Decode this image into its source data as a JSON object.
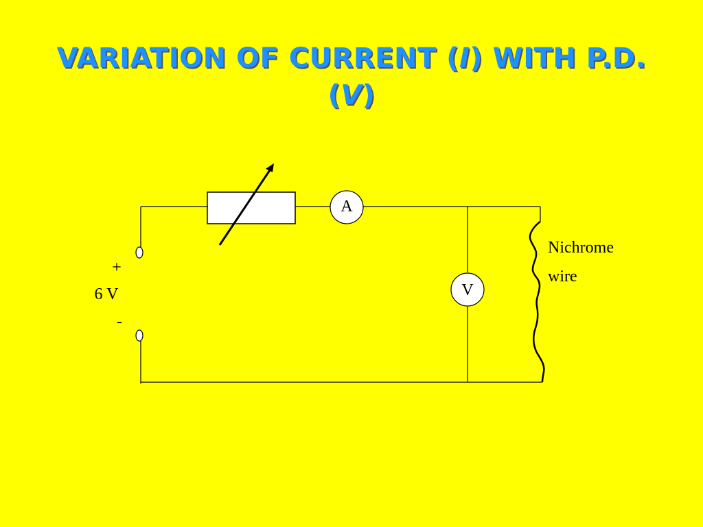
{
  "slide": {
    "title_part1": "VARIATION OF CURRENT (",
    "title_var_i": "I",
    "title_part2": ") WITH P.D.",
    "title_line2_open": "(",
    "title_var_v": "V",
    "title_line2_close": ")"
  },
  "circuit": {
    "ammeter_label": "A",
    "voltmeter_label": "V",
    "supply_plus": "+",
    "supply_voltage": "6 V",
    "supply_minus": "-",
    "wire_label_line1": "Nichrome",
    "wire_label_line2": "wire"
  },
  "colors": {
    "background": "#FFFF00",
    "title": "#1E90FF",
    "lines": "#000000"
  }
}
